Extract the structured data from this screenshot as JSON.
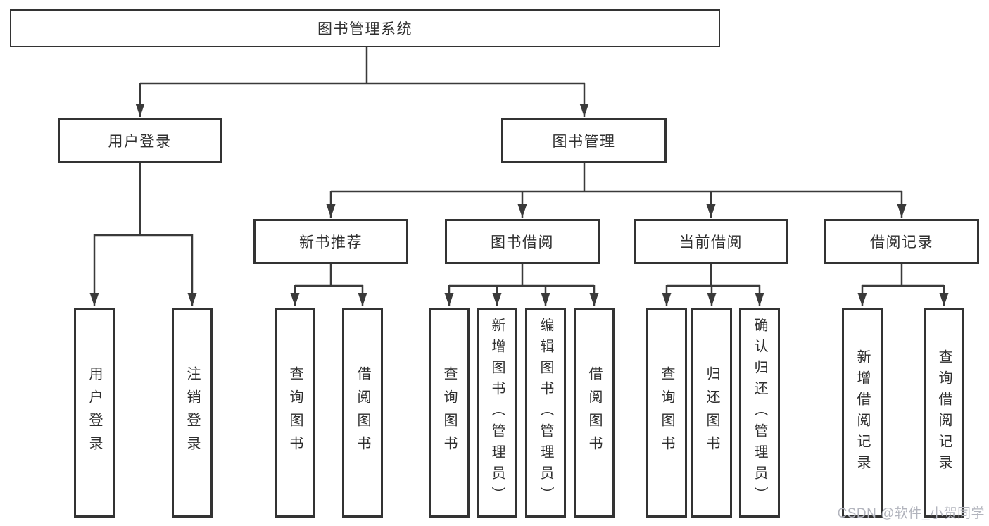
{
  "tree": {
    "root": "图书管理系统",
    "branches": [
      {
        "label": "用户登录",
        "children": [
          "用户登录",
          "注销登录"
        ]
      },
      {
        "label": "图书管理",
        "sections": [
          {
            "label": "新书推荐",
            "children": [
              "查询图书",
              "借阅图书"
            ]
          },
          {
            "label": "图书借阅",
            "children": [
              "查询图书",
              "新增图书（管理员）",
              "编辑图书（管理员）",
              "借阅图书"
            ]
          },
          {
            "label": "当前借阅",
            "children": [
              "查询图书",
              "归还图书",
              "确认归还（管理员）"
            ]
          },
          {
            "label": "借阅记录",
            "children": [
              "新增借阅记录",
              "查询借阅记录"
            ]
          }
        ]
      }
    ]
  },
  "watermark": {
    "text": "CSDN @软件_小贺同学",
    "color": "#b2b4bd"
  },
  "colors": {
    "line": "#3a3a3a",
    "box_border": "#333333",
    "text": "#2f2f2f",
    "background": "#ffffff"
  }
}
